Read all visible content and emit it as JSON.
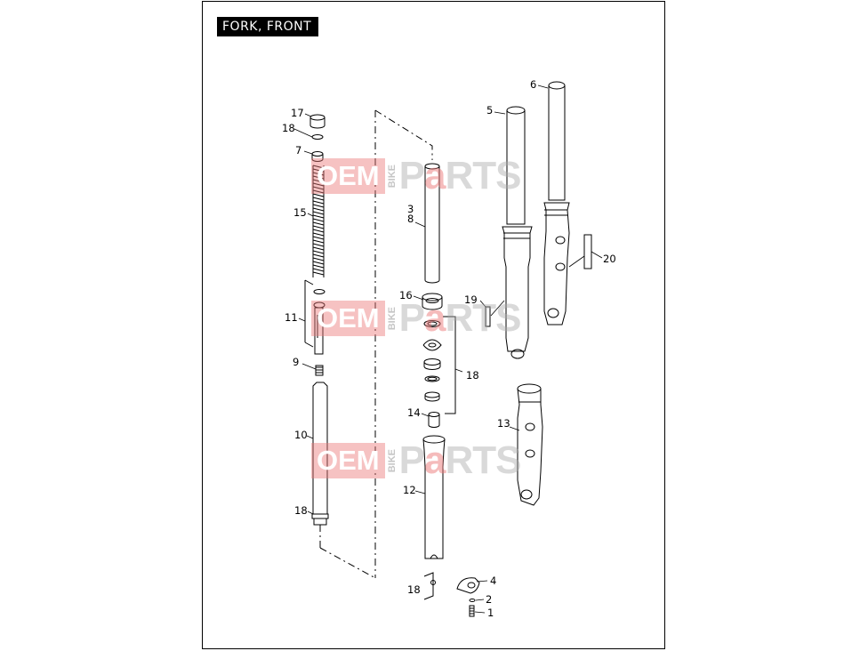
{
  "page": {
    "title": "FORK, FRONT"
  },
  "watermark": {
    "oem": "OEM",
    "bike": "BIKE",
    "p": "P",
    "a": "a",
    "rts": "RTS"
  },
  "callouts": {
    "c17": "17",
    "c18a": "18",
    "c7": "7",
    "c15": "15",
    "c11": "11",
    "c9": "9",
    "c10": "10",
    "c18b": "18",
    "c3": "3",
    "c8": "8",
    "c16": "16",
    "c18c": "18",
    "c14": "14",
    "c12": "12",
    "c18d": "18",
    "c4": "4",
    "c2": "2",
    "c1": "1",
    "c5": "5",
    "c6": "6",
    "c19": "19",
    "c20": "20",
    "c13": "13"
  },
  "colors": {
    "line": "#000000",
    "accent_red": "#e87878"
  }
}
